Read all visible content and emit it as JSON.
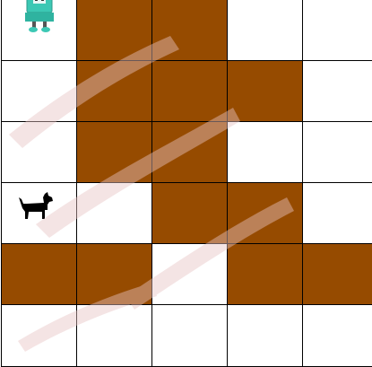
{
  "board": {
    "rows": 6,
    "cols": 5,
    "cells": [
      [
        "robot",
        "wall",
        "wall",
        "empty",
        "empty"
      ],
      [
        "empty",
        "wall",
        "wall",
        "wall",
        "empty"
      ],
      [
        "empty",
        "wall",
        "wall",
        "empty",
        "empty"
      ],
      [
        "dog",
        "empty",
        "wall",
        "wall",
        "empty"
      ],
      [
        "wall",
        "wall",
        "empty",
        "wall",
        "wall"
      ],
      [
        "empty",
        "empty",
        "empty",
        "empty",
        "empty"
      ]
    ]
  },
  "colors": {
    "wall": "#964B00",
    "empty": "#FFFFFF",
    "grid_line": "#000000",
    "robot_body": "#3CC8B4",
    "dog": "#000000",
    "watermark": "#E8C4C4"
  },
  "icons": {
    "robot": "robot-icon",
    "dog": "dog-icon"
  }
}
